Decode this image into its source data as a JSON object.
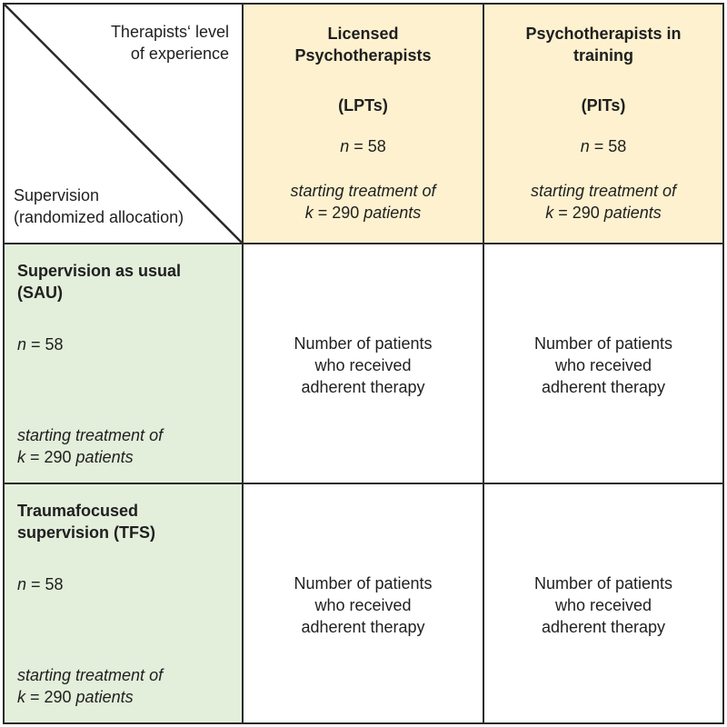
{
  "corner": {
    "top_label_line1": "Therapists‘ level",
    "top_label_line2": "of experience",
    "bottom_label_line1": "Supervision",
    "bottom_label_line2": "(randomized allocation)"
  },
  "columns": [
    {
      "title_line1": "Licensed",
      "title_line2": "Psychotherapists",
      "abbr": "(LPTs)",
      "n_symbol": "n",
      "n_value": " = 58",
      "start_line1": "starting treatment of",
      "start_line2": "k = 290 patients",
      "color": "#fdf1cf"
    },
    {
      "title_line1": "Psychotherapists in",
      "title_line2": "training",
      "abbr": "(PITs)",
      "n_symbol": "n",
      "n_value": " = 58",
      "start_line1": "starting treatment of",
      "start_line2": "k = 290 patients",
      "color": "#fdf1cf"
    }
  ],
  "rows": [
    {
      "title_line1": "Supervision as usual",
      "title_line2": "(SAU)",
      "n_symbol": "n",
      "n_value": " = 58",
      "start_line1": "starting treatment of",
      "start_line2": "k = 290 patients",
      "color": "#e3eedb",
      "cells": [
        {
          "line1": "Number of patients",
          "line2": "who received",
          "line3": "adherent therapy"
        },
        {
          "line1": "Number of patients",
          "line2": "who received",
          "line3": "adherent therapy"
        }
      ]
    },
    {
      "title_line1": "Traumafocused",
      "title_line2": "supervision (TFS)",
      "n_symbol": "n",
      "n_value": " = 58",
      "start_line1": "starting treatment of",
      "start_line2": "k = 290 patients",
      "color": "#e3eedb",
      "cells": [
        {
          "line1": "Number of patients",
          "line2": "who received",
          "line3": "adherent therapy"
        },
        {
          "line1": "Number of patients",
          "line2": "who received",
          "line3": "adherent therapy"
        }
      ]
    }
  ]
}
